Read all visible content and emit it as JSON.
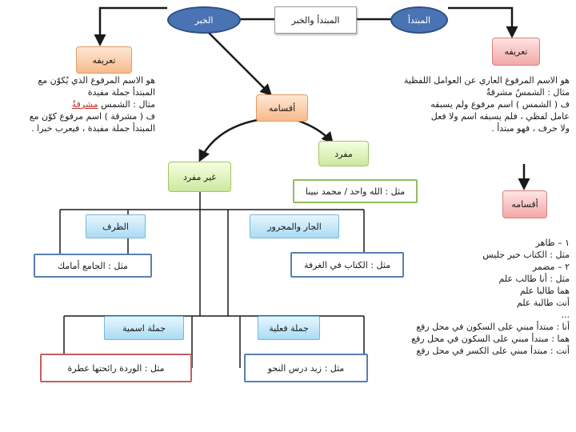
{
  "top": {
    "center_label": "المبتدأ والخبر",
    "left_ellipse": "الخبر",
    "right_ellipse": "المبتدأ"
  },
  "khabar": {
    "definition_title": "تعريفه",
    "definition_lines": [
      "هو الاسم المرفوع الذي يُكوّن مع",
      "المبتدأ جملة مفيدة",
      "مثال : الشمس مشرقةٌ",
      "ف ( مشرقة ) اسم مرفوع كوّن مع",
      "المبتدأ جملة مفيدة ، فيعرب خبرا ."
    ],
    "example_highlight": "مشرقةٌ",
    "types_title": "أقسامه",
    "mufrad": "مفرد",
    "mufrad_example": "مثل : الله واحد / محمد نبينا",
    "ghair_mufrad": "غير مفرد",
    "zarf": "الظرف",
    "zarf_example": "مثل : الجامع أمامك",
    "jar": "الجار والمجرور",
    "jar_example": "مثل : الكتاب في الغرفة",
    "ismiyya": "جملة اسمية",
    "ismiyya_example": "مثل : الوردة رائحتها عطرة",
    "filiyya": "جملة فعلية",
    "filiyya_example": "مثل : زيد درس النحو"
  },
  "mubtada": {
    "definition_title": "تعريفه",
    "definition_lines": [
      "هو الاسم المرفوع العاري عن العوامل اللفظية",
      "مثال : الشمسُ مشرقةٌ",
      "ف ( الشمس ) اسم مرفوع ولم يسبقه",
      "عامل لفظي ، فلم يسبقه اسم ولا فعل",
      "ولا حرف ، فهو مبتدأ ."
    ],
    "types_title": "أقسامه",
    "types_lines": [
      "١ – ظاهر",
      "مثل : الكتاب خير جليس",
      "٢ – مضمر",
      "مثل : أنا طالب علم",
      "هما طالبا علم",
      "أنت طالبة علم",
      "...",
      "أنا : مبتدأ مبني على السكون في محل رفع",
      "هما : مبتدأ مبني على السكون في محل رفع",
      "أنت : مبتدأ مبني على الكسر في محل رفع"
    ]
  },
  "colors": {
    "ellipse": "#4a73b3",
    "arrow": "#1a1a1a",
    "highlight": "#c0302a"
  }
}
